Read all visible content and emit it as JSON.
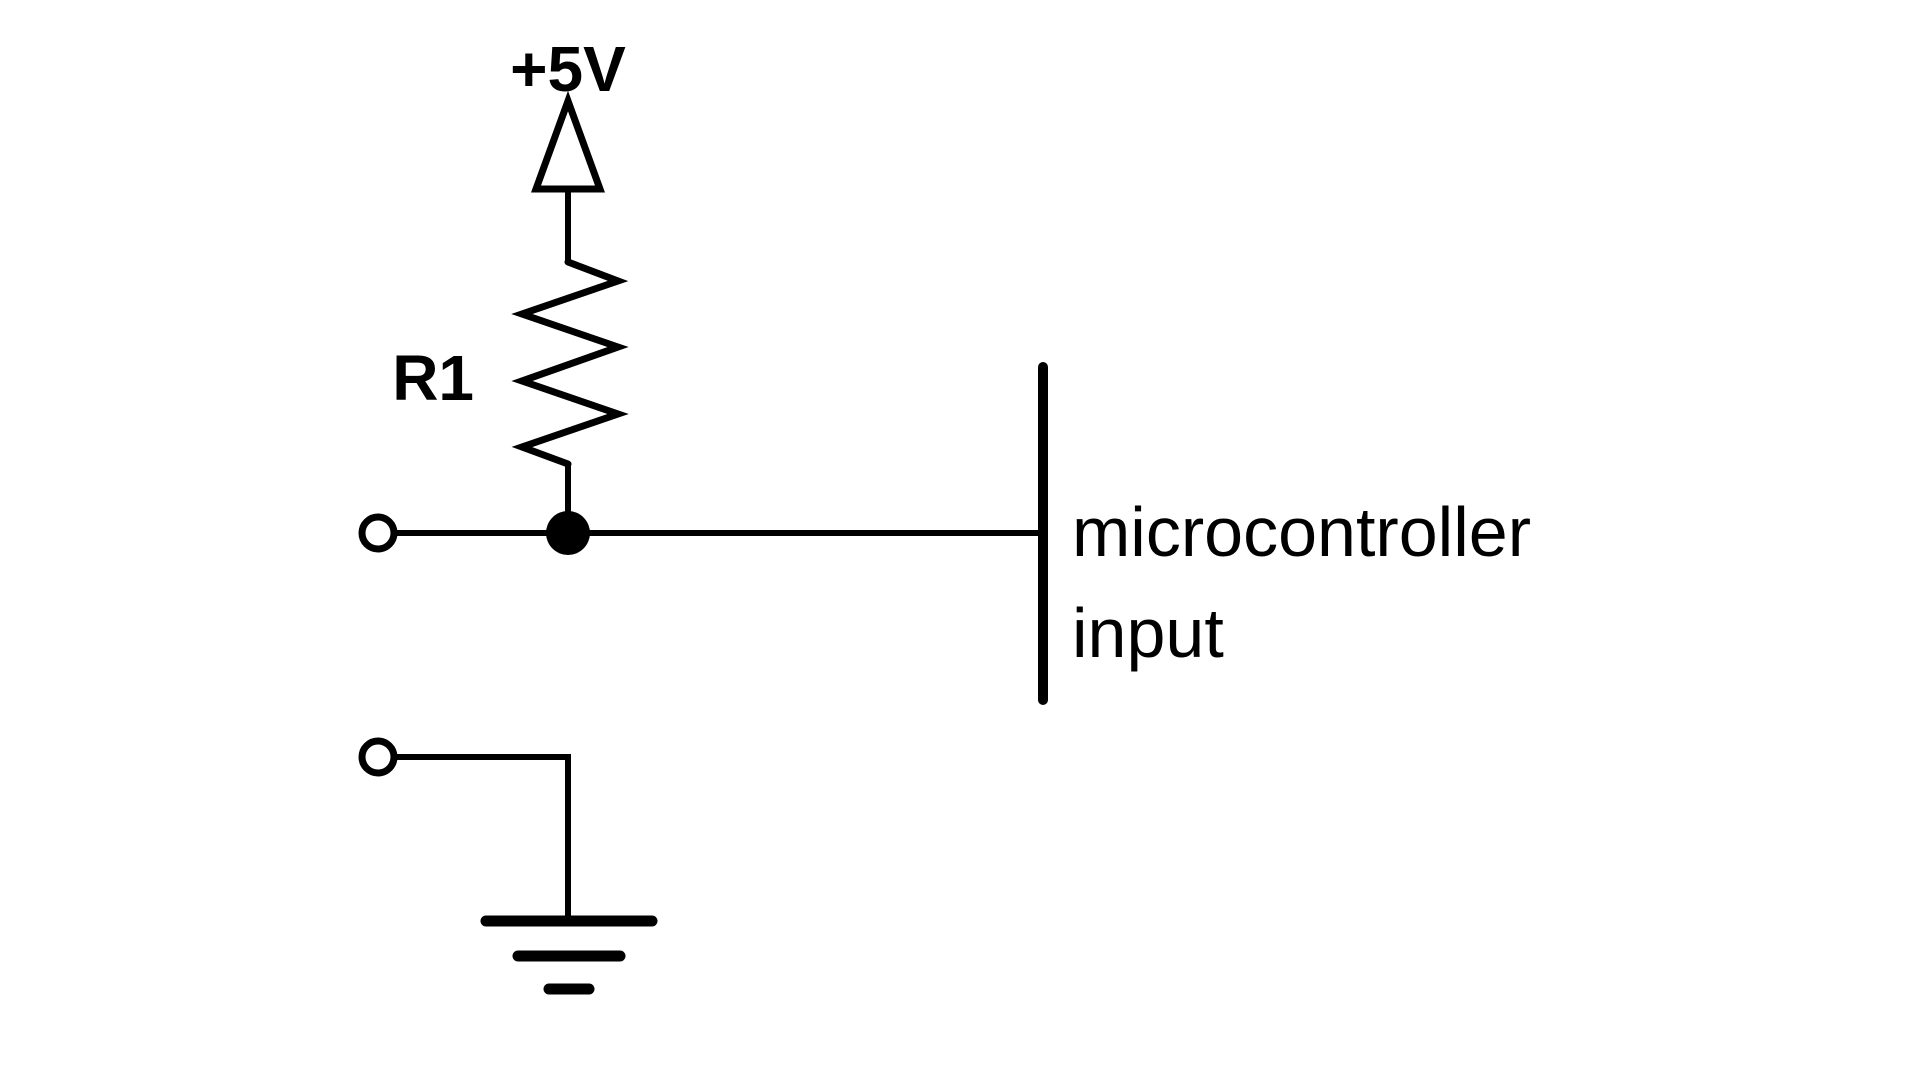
{
  "page": {
    "background_color": "#ffffff",
    "ink_color": "#000000"
  },
  "diagram": {
    "kind": "circuit-schematic",
    "labels": {
      "supply": "+5V",
      "resistor": "R1",
      "mcu_line1": "microcontroller",
      "mcu_line2": "input"
    },
    "symbols": [
      {
        "name": "power-supply-arrow-icon",
        "label": "+5V"
      },
      {
        "name": "resistor-icon",
        "label": "R1"
      },
      {
        "name": "open-terminal-icon"
      },
      {
        "name": "junction-dot-icon"
      },
      {
        "name": "mcu-input-pin-icon",
        "label": "microcontroller input"
      },
      {
        "name": "open-terminal-icon"
      },
      {
        "name": "ground-icon"
      }
    ]
  }
}
